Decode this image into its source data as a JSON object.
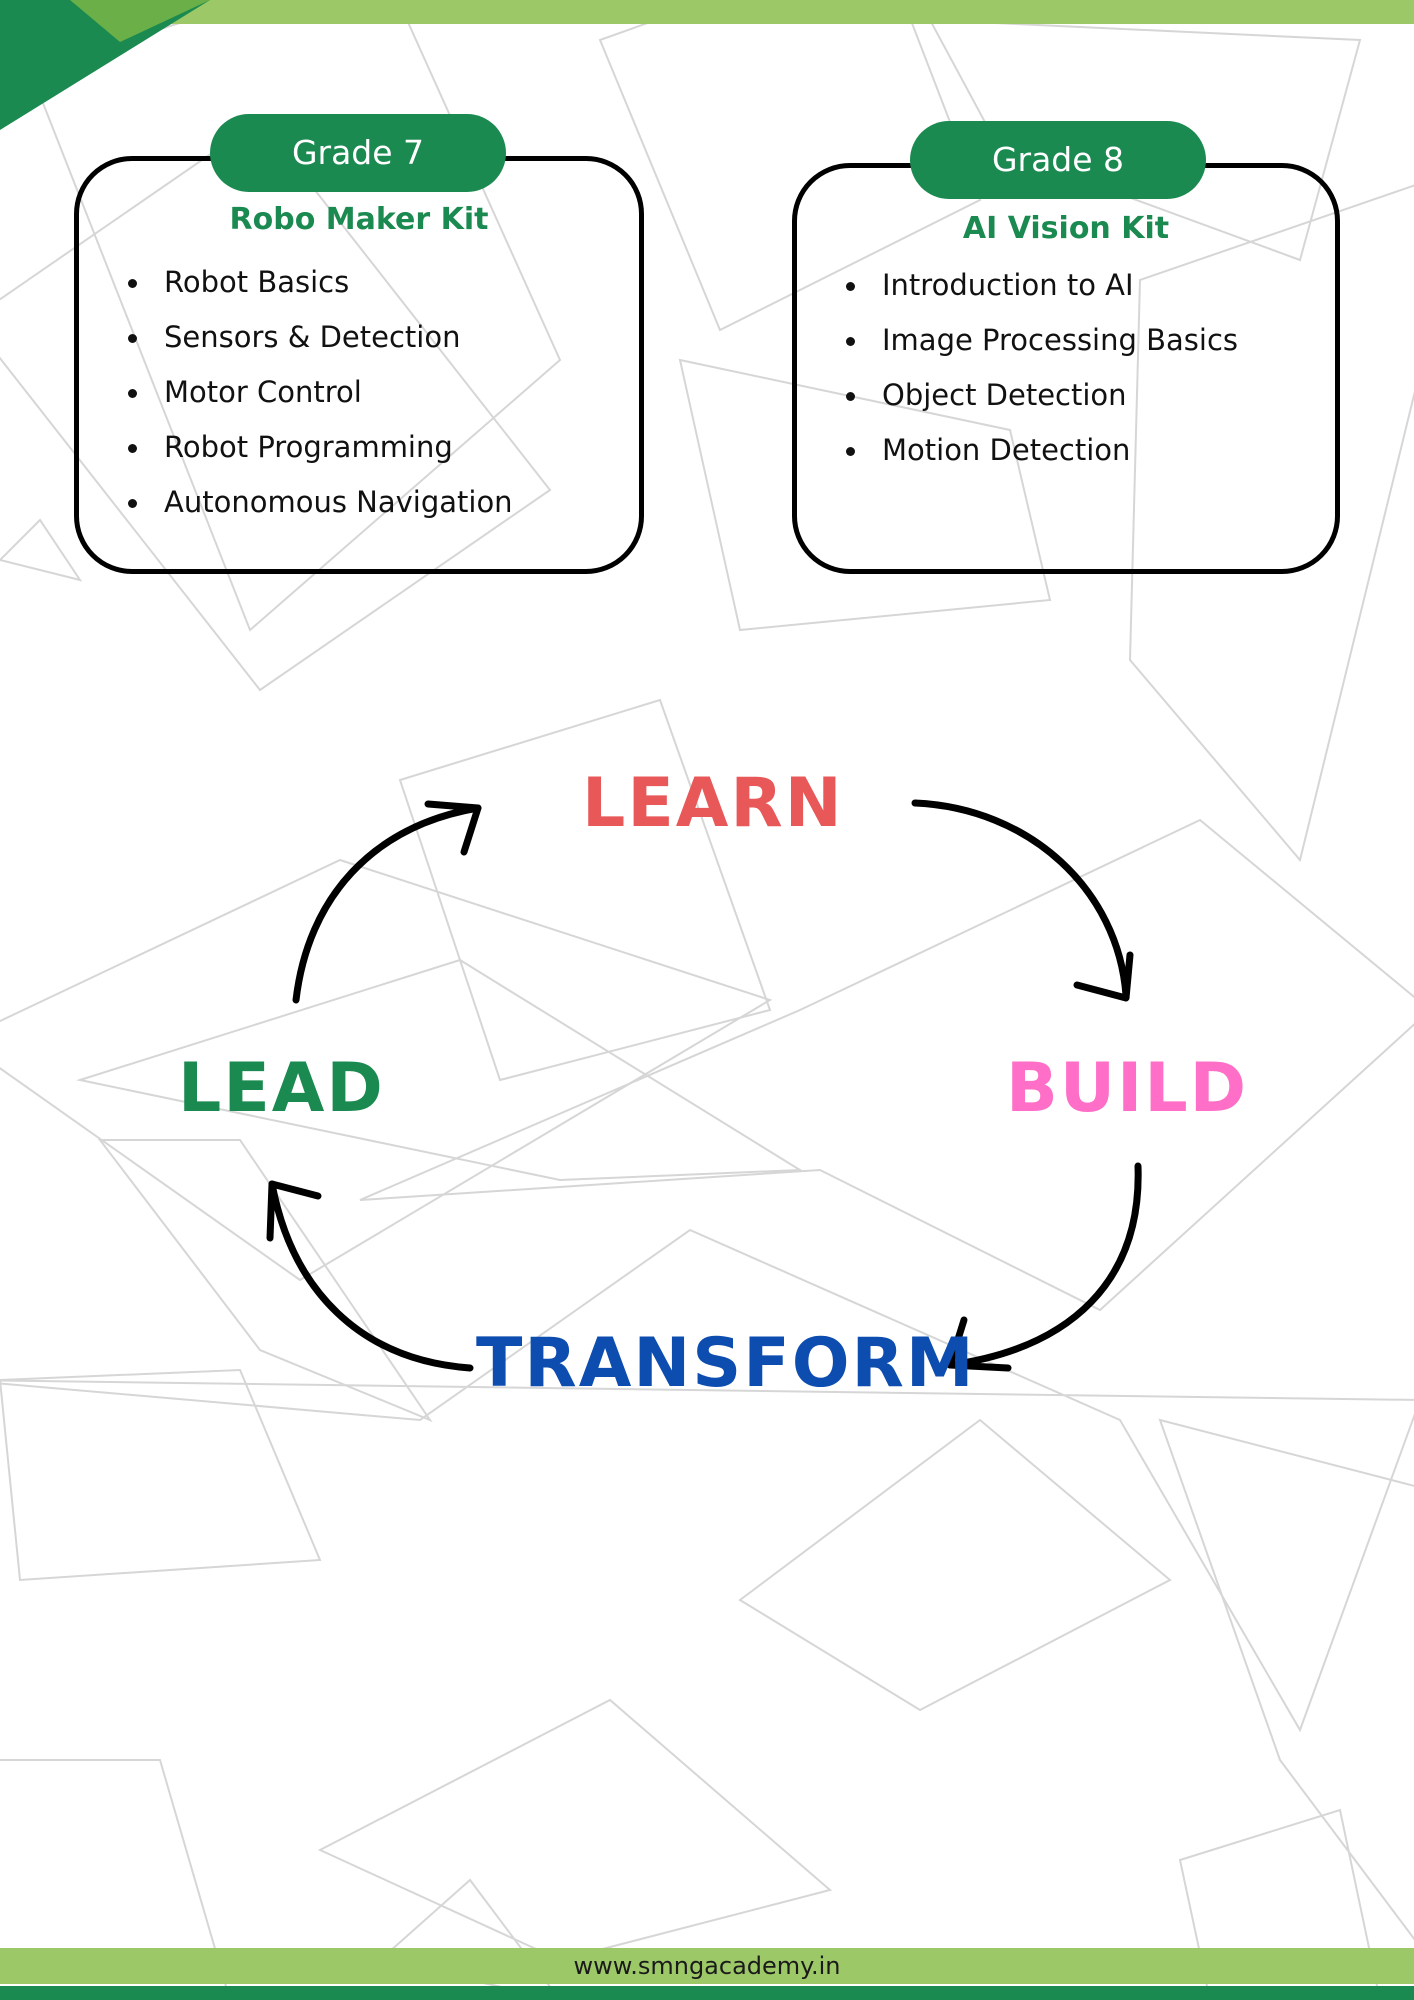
{
  "colors": {
    "brand_green": "#1a8a50",
    "light_green": "#9dc868",
    "learn": "#e85858",
    "build": "#ff6ec7",
    "lead": "#1a8a50",
    "transform": "#0d4db0"
  },
  "cards": [
    {
      "grade": "Grade 7",
      "kit": "Robo Maker Kit",
      "topics": [
        "Robot Basics",
        "Sensors & Detection",
        "Motor Control",
        "Robot Programming",
        "Autonomous Navigation"
      ]
    },
    {
      "grade": "Grade 8",
      "kit": "AI Vision Kit",
      "topics": [
        "Introduction to AI",
        "Image Processing Basics",
        "Object Detection",
        "Motion Detection"
      ]
    }
  ],
  "cycle": {
    "learn": "LEARN",
    "build": "BUILD",
    "transform": "TRANSFORM",
    "lead": "LEAD",
    "arrow_icons": [
      "curved-arrow-icon",
      "curved-arrow-icon",
      "curved-arrow-icon",
      "curved-arrow-icon"
    ]
  },
  "footer": {
    "website": "www.smngacademy.in"
  }
}
